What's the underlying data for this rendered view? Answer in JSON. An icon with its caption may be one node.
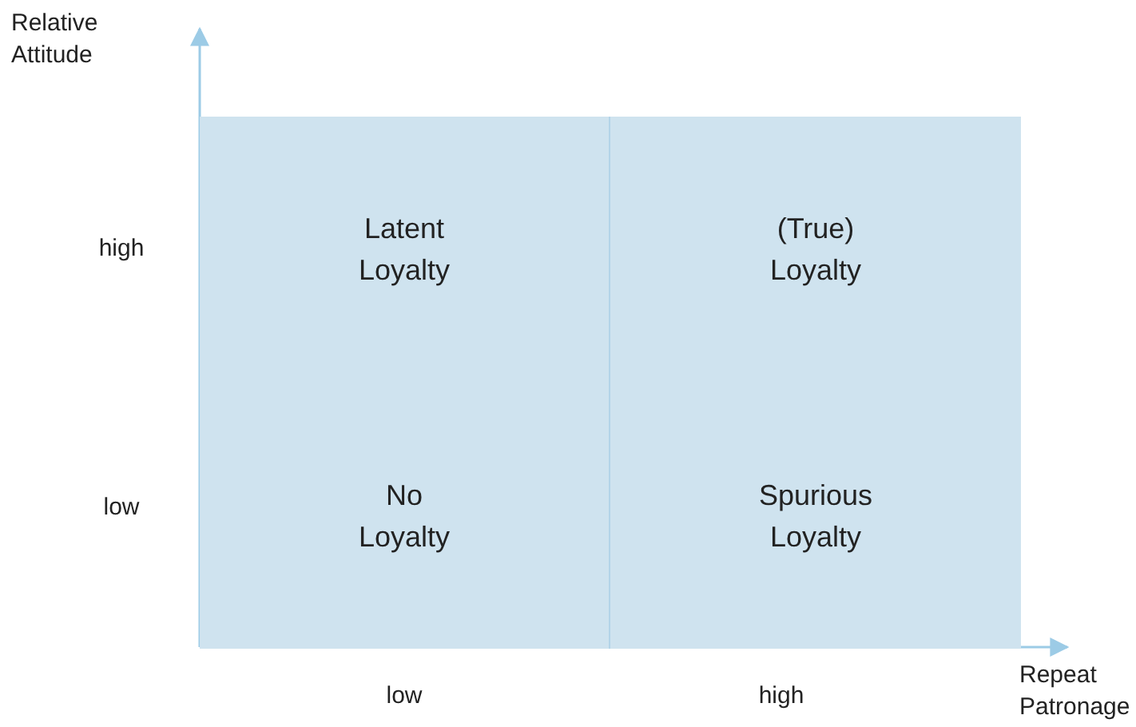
{
  "diagram": {
    "nodes": [
      {
        "text": [
          "Latent Loyalty"
        ]
      },
      {
        "text": [
          "(True) Loyalty"
        ]
      },
      {
        "text": [
          "No Loyalty"
        ]
      },
      {
        "text": [
          "Spurious Loyalty"
        ]
      }
    ],
    "labels": [
      "Relative Attitude",
      "high",
      "low",
      "low",
      "high",
      "Repeat Patronage"
    ]
  }
}
